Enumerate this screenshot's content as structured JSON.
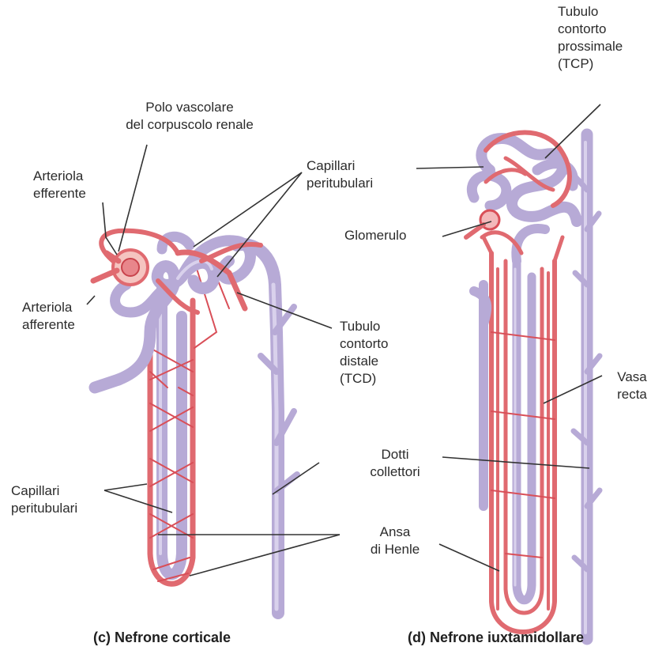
{
  "labels": {
    "polo_vascolare": [
      "Polo vascolare",
      "del corpuscolo renale"
    ],
    "arteriola_efferente": [
      "Arteriola",
      "efferente"
    ],
    "arteriola_afferente": [
      "Arteriola",
      "afferente"
    ],
    "capillari_top": [
      "Capillari",
      "peritubulari"
    ],
    "tubulo_distale": [
      "Tubulo",
      "contorto",
      "distale",
      "(TCD)"
    ],
    "capillari_left": [
      "Capillari",
      "peritubulari"
    ],
    "dotti_collettori": [
      "Dotti",
      "collettori"
    ],
    "ansa_henle": [
      "Ansa",
      "di Henle"
    ],
    "tubulo_prossimale": [
      "Tubulo",
      "contorto",
      "prossimale",
      "(TCP)"
    ],
    "glomerulo": "Glomerulo",
    "vasa_recta": [
      "Vasa",
      "recta"
    ]
  },
  "captions": {
    "c": "(c) Nefrone corticale",
    "d": "(d) Nefrone iuxtamidollare"
  },
  "colors": {
    "tubule": "#b7aad6",
    "vessel": "#e06a70",
    "text": "#2b2b2b"
  }
}
